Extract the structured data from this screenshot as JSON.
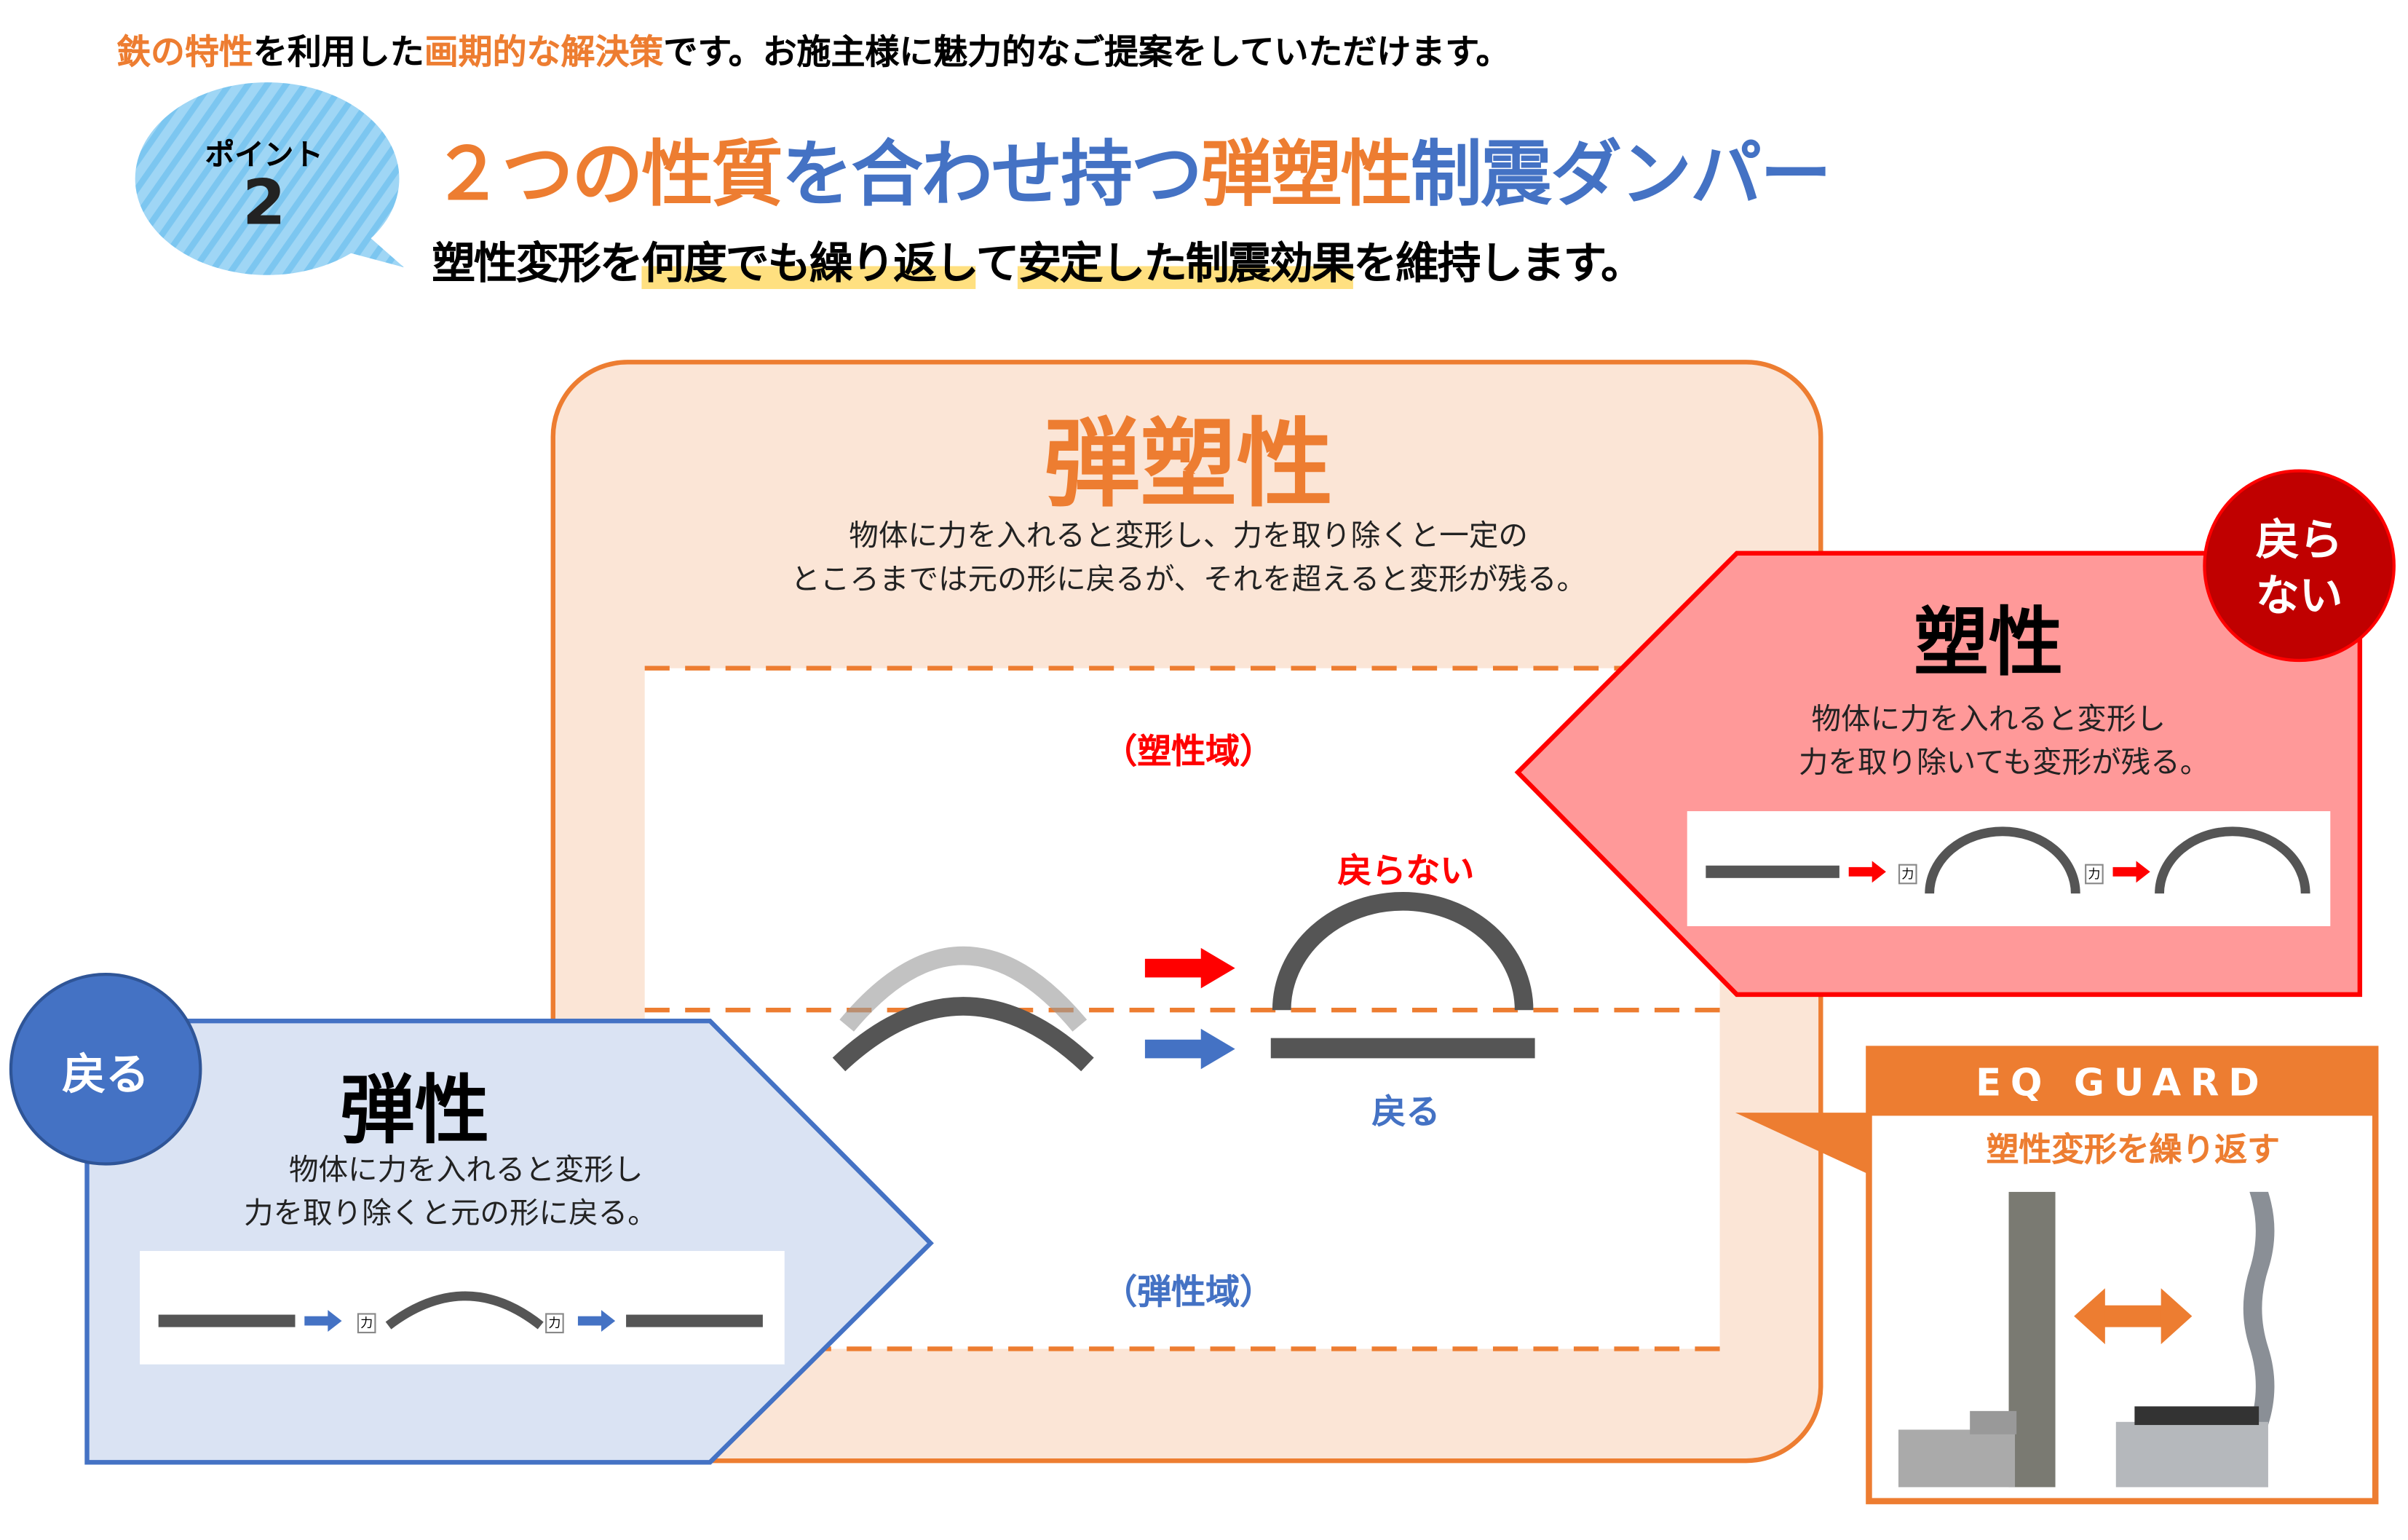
{
  "intro": {
    "p1": "鉄の特性",
    "p2": "を利用した",
    "p3": "画期的な解決策",
    "p4": "です。お施主様に魅力的なご提案をしていただけます。"
  },
  "point": {
    "label": "ポイント",
    "number": "2"
  },
  "title": {
    "t1": "２つの性質",
    "t2": "を合わせ持つ",
    "t3": "弾塑性",
    "t4": "制震ダンパー"
  },
  "subtitle": {
    "s1": "塑性変形を",
    "s2": "何度でも繰り返し",
    "s3": "て",
    "s4": "安定した制震効果",
    "s5": "を維持します。"
  },
  "main": {
    "heading": "弾塑性",
    "desc1": "物体に力を入れると変形し、力を取り除くと一定の",
    "desc2": "ところまでは元の形に戻るが、それを超えると変形が残る。",
    "plastic_zone": "（塑性域）",
    "elastic_zone": "（弾性域）",
    "no_return": "戻らない",
    "returns": "戻る"
  },
  "plastic": {
    "badge1": "戻ら",
    "badge2": "ない",
    "heading": "塑性",
    "desc1": "物体に力を入れると変形し",
    "desc2": "力を取り除いても変形が残る。",
    "force": "力"
  },
  "elastic": {
    "badge": "戻る",
    "heading": "弾性",
    "desc1": "物体に力を入れると変形し",
    "desc2": "力を取り除くと元の形に戻る。",
    "force": "力"
  },
  "product": {
    "name": "EQ GUARD",
    "caption": "塑性変形を繰り返す"
  },
  "colors": {
    "orange": "#ed7d31",
    "blue": "#4472c4",
    "red": "#ff0000",
    "dark_red": "#c00000",
    "peach": "#fbe5d6",
    "pink": "#ff9999",
    "light_blue": "#dae3f3"
  }
}
